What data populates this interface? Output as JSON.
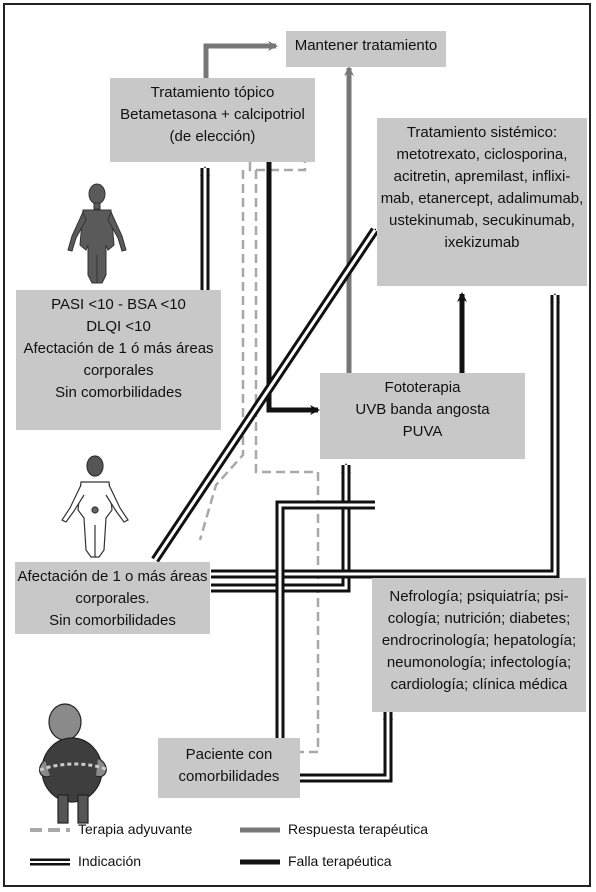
{
  "boxes": {
    "mantener": [
      "Mantener tratamiento"
    ],
    "topico": [
      "Tratamiento tópico",
      "Betametasona + calcipotriol",
      "(de elección)"
    ],
    "sistemico": [
      "Tratamiento sistémico:",
      "metotrexato, ciclosporina,",
      "acitretin, apremilast, inflixi-",
      "mab, etanercept, adalimumab,",
      "ustekinumab, secukinumab,",
      "ixekizumab"
    ],
    "pasi": [
      "PASI <10 - BSA <10",
      "DLQI <10",
      "Afectación de 1 ó más áreas",
      "corporales",
      "Sin comorbilidades"
    ],
    "fototerapia": [
      "Fototerapia",
      "UVB banda angosta",
      "PUVA"
    ],
    "afectacion": [
      "Afectación de 1 o más áreas",
      "corporales.",
      "Sin comorbilidades"
    ],
    "especialidades": [
      "Nefrología; psiquiatría; psi-",
      "cología; nutrición; diabetes;",
      "endrocrinología; hepatología;",
      "neumonología; infectología;",
      "cardiología; clínica médica"
    ],
    "paciente": [
      "Paciente con",
      "comorbilidades"
    ]
  },
  "legend": {
    "adyuvante": "Terapia adyuvante",
    "respuesta": "Respuesta terapéutica",
    "indicacion": "Indicación",
    "falla": "Falla terapéutica"
  },
  "colors": {
    "box_fill": "#c8c8c8",
    "adyuvante": "#a8a8a8",
    "respuesta": "#777777",
    "falla": "#111111",
    "indicacion": "#111111"
  },
  "figures": [
    "body-front-icon",
    "body-outline-icon",
    "overweight-patient-icon"
  ]
}
